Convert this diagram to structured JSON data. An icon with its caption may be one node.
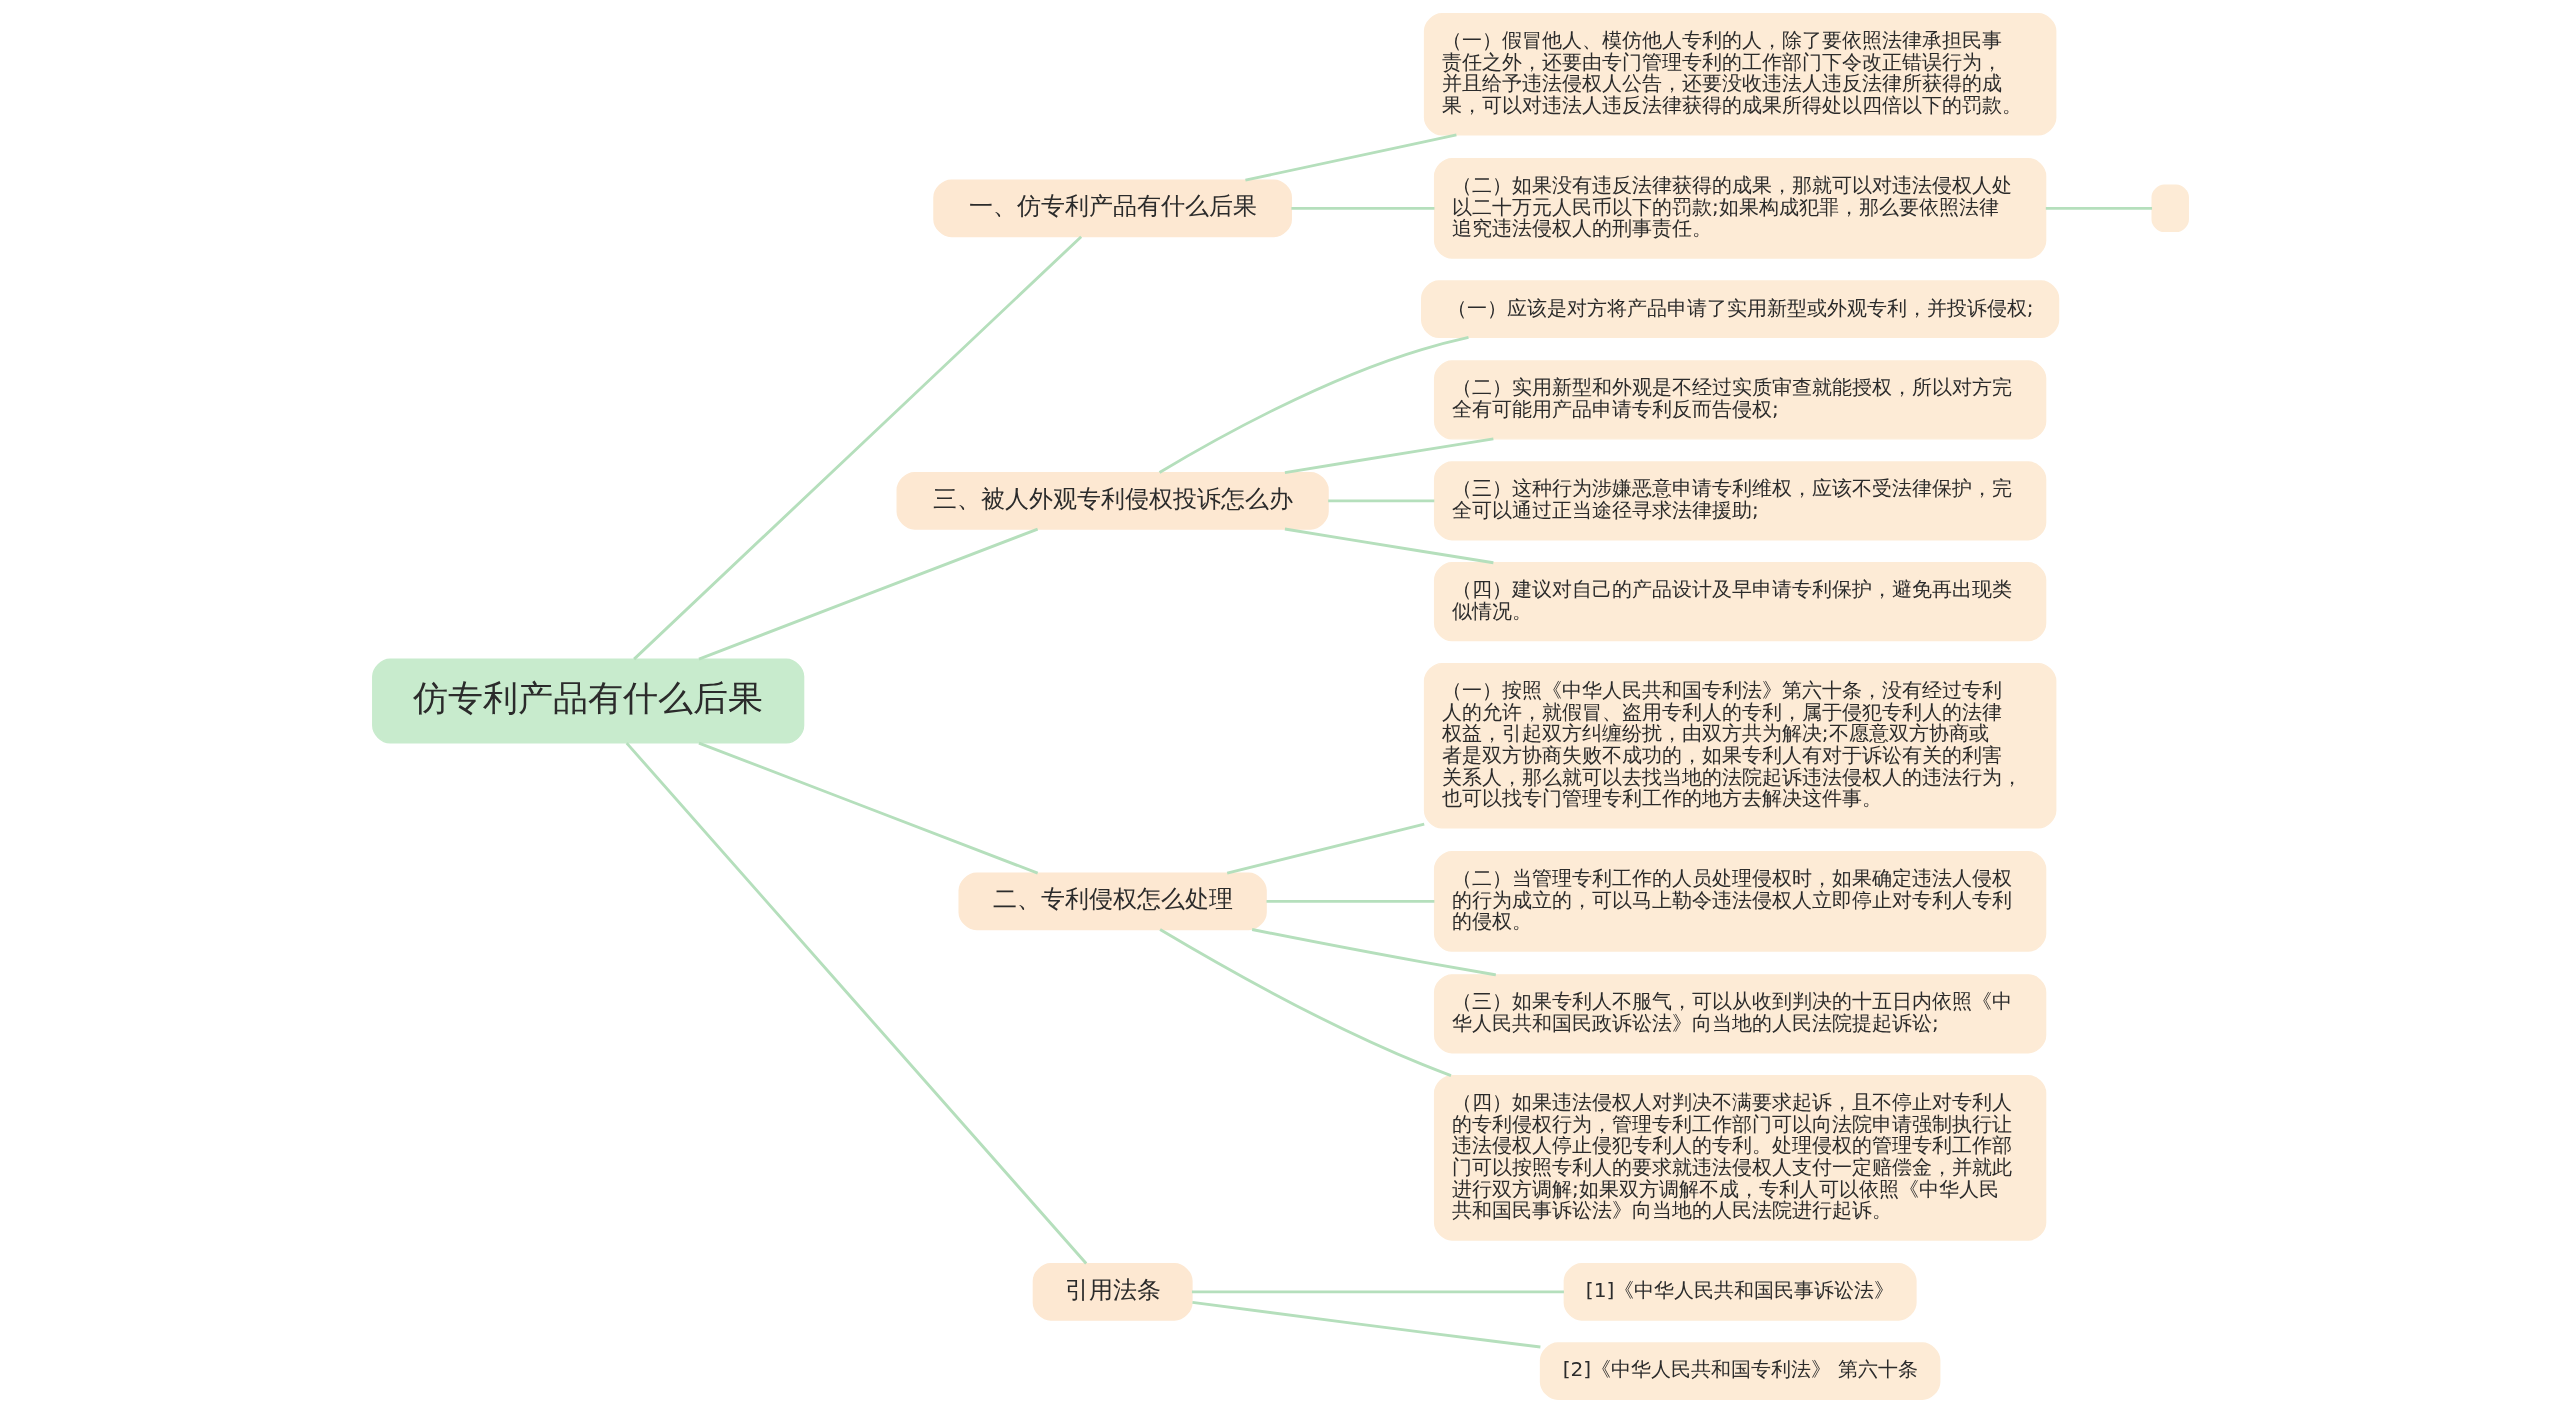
{
  "diagram": {
    "nodes": [
      {
        "text": [
          "仿专利产品有什么后果"
        ]
      },
      {
        "text": [
          "一、仿专利产品有什么后果"
        ]
      },
      {
        "text": [
          "（一）假冒他人、模仿他人专利的人，除了要依照法律承担民事责任之外，还要由专门管理专利的工作部门下令改正错误行为，并且给予违法侵权人公告，还要没收违法人违反法律所获得的成果，可以对违法人违反法律获得的成果所得处以四倍以下的罚款。"
        ]
      },
      {
        "text": [
          "（二）如果没有违反法律获得的成果，那就可以对违法侵权人处以二十万元人民币以下的罚款;如果构成犯罪，那么要依照法律追究违法侵权人的刑事责任。"
        ]
      },
      {
        "text": [],
        "shape": "box"
      },
      {
        "text": [
          "三、被人外观专利侵权投诉怎么办"
        ]
      },
      {
        "text": [
          "（一）应该是对方将产品申请了实用新型或外观专利，并投诉侵权;"
        ]
      },
      {
        "text": [
          "（二）实用新型和外观是不经过实质审查就能授权，所以对方完全有可能用产品申请专利反而告侵权;"
        ]
      },
      {
        "text": [
          "（三）这种行为涉嫌恶意申请专利维权，应该不受法律保护，完全可以通过正当途径寻求法律援助;"
        ]
      },
      {
        "text": [
          "（四）建议对自己的产品设计及早申请专利保护，避免再出现类似情况。"
        ]
      },
      {
        "text": [
          "二、专利侵权怎么处理"
        ]
      },
      {
        "text": [
          "（一）按照《中华人民共和国专利法》第六十条，没有经过专利人的允许，就假冒、盗用专利人的专利，属于侵犯专利人的法律权益，引起双方纠缠纷扰，由双方共为解决;不愿意双方协商或者是双方协商失败不成功的，如果专利人有对于诉讼有关的利害关系人，那么就可以去找当地的法院起诉违法侵权人的违法行为，也可以找专门管理专利工作的地方去解决这件事。"
        ]
      },
      {
        "text": [
          "（二）当管理专利工作的人员处理侵权时，如果确定违法人侵权的行为成立的，可以马上勒令违法侵权人立即停止对专利人专利的侵权。"
        ]
      },
      {
        "text": [
          "（三）如果专利人不服气，可以从收到判决的十五日内依照《中华人民共和国民政诉讼法》向当地的人民法院提起诉讼;"
        ]
      },
      {
        "text": [
          "（四）如果违法侵权人对判决不满要求起诉，且不停止对专利人的专利侵权行为，管理专利工作部门可以向法院申请强制执行让违法侵权人停止侵犯专利人的专利。处理侵权的管理专利工作部门可以按照专利人的要求就违法侵权人支付一定赔偿金，并就此进行双方调解;如果双方调解不成，专利人可以依照《中华人民共和国民事诉讼法》向当地的人民法院进行起诉。"
        ]
      },
      {
        "text": [
          "引用法条"
        ]
      },
      {
        "text": [
          "[1]《中华人民共和国民事诉讼法》"
        ]
      },
      {
        "text": [
          "[2]《中华人民共和国专利法》 第六十条"
        ]
      }
    ],
    "edges": [
      {
        "from": 0,
        "to": 1,
        "arrow": "none"
      },
      {
        "from": 1,
        "to": 2,
        "arrow": "none"
      },
      {
        "from": 1,
        "to": 3,
        "arrow": "none"
      },
      {
        "from": 3,
        "to": 4,
        "arrow": "none"
      },
      {
        "from": 0,
        "to": 5,
        "arrow": "none"
      },
      {
        "from": 5,
        "to": 6,
        "arrow": "none"
      },
      {
        "from": 5,
        "to": 7,
        "arrow": "none"
      },
      {
        "from": 5,
        "to": 8,
        "arrow": "none"
      },
      {
        "from": 5,
        "to": 9,
        "arrow": "none"
      },
      {
        "from": 0,
        "to": 10,
        "arrow": "none"
      },
      {
        "from": 10,
        "to": 11,
        "arrow": "none"
      },
      {
        "from": 10,
        "to": 12,
        "arrow": "none"
      },
      {
        "from": 10,
        "to": 13,
        "arrow": "none"
      },
      {
        "from": 10,
        "to": 14,
        "arrow": "none"
      },
      {
        "from": 0,
        "to": 15,
        "arrow": "none"
      },
      {
        "from": 15,
        "to": 16,
        "arrow": "none"
      },
      {
        "from": 15,
        "to": 17,
        "arrow": "none"
      }
    ]
  }
}
